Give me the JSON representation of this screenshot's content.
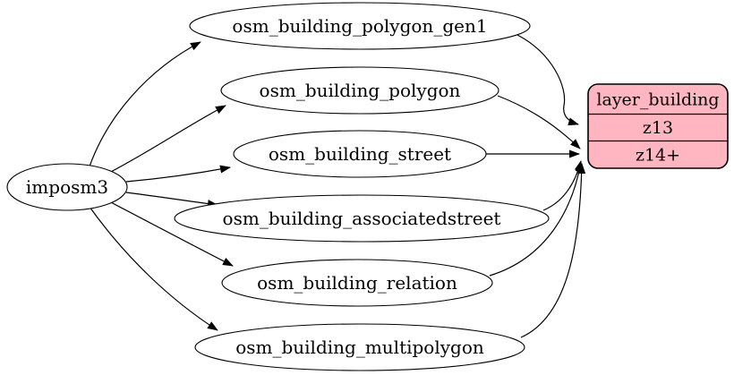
{
  "diagram": {
    "type": "graphviz-dependency-digraph",
    "background_color": "#ffffff",
    "edge_color": "#000000",
    "node_fill": "#ffffff",
    "node_stroke": "#000000",
    "source": {
      "label": "imposm3"
    },
    "tables": [
      {
        "label": "osm_building_polygon_gen1"
      },
      {
        "label": "osm_building_polygon"
      },
      {
        "label": "osm_building_street"
      },
      {
        "label": "osm_building_associatedstreet"
      },
      {
        "label": "osm_building_relation"
      },
      {
        "label": "osm_building_multipolygon"
      }
    ],
    "layer": {
      "title": "layer_building",
      "rows": [
        "z13",
        "z14+"
      ],
      "fill": "#ffb6c1",
      "stroke": "#000000"
    },
    "edges": [
      {
        "from": "imposm3",
        "to": "osm_building_polygon_gen1"
      },
      {
        "from": "imposm3",
        "to": "osm_building_polygon"
      },
      {
        "from": "imposm3",
        "to": "osm_building_street"
      },
      {
        "from": "imposm3",
        "to": "osm_building_associatedstreet"
      },
      {
        "from": "imposm3",
        "to": "osm_building_relation"
      },
      {
        "from": "imposm3",
        "to": "osm_building_multipolygon"
      },
      {
        "from": "osm_building_polygon_gen1",
        "to": "layer_building:z13"
      },
      {
        "from": "osm_building_polygon",
        "to": "layer_building:z14+"
      },
      {
        "from": "osm_building_street",
        "to": "layer_building:z14+"
      },
      {
        "from": "osm_building_associatedstreet",
        "to": "layer_building:z14+"
      },
      {
        "from": "osm_building_relation",
        "to": "layer_building:z14+"
      },
      {
        "from": "osm_building_multipolygon",
        "to": "layer_building:z14+"
      }
    ]
  }
}
